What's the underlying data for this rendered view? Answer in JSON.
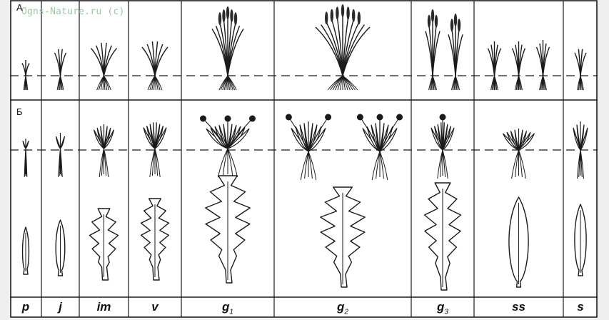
{
  "watermark": "Ogns-Nature.ru (c)",
  "rows": [
    "А",
    "Б"
  ],
  "stages": [
    {
      "base": "p",
      "sub": ""
    },
    {
      "base": "j",
      "sub": ""
    },
    {
      "base": "im",
      "sub": ""
    },
    {
      "base": "v",
      "sub": ""
    },
    {
      "base": "g",
      "sub": "1"
    },
    {
      "base": "g",
      "sub": "2"
    },
    {
      "base": "g",
      "sub": "3"
    },
    {
      "base": "ss",
      "sub": ""
    },
    {
      "base": "s",
      "sub": ""
    }
  ]
}
